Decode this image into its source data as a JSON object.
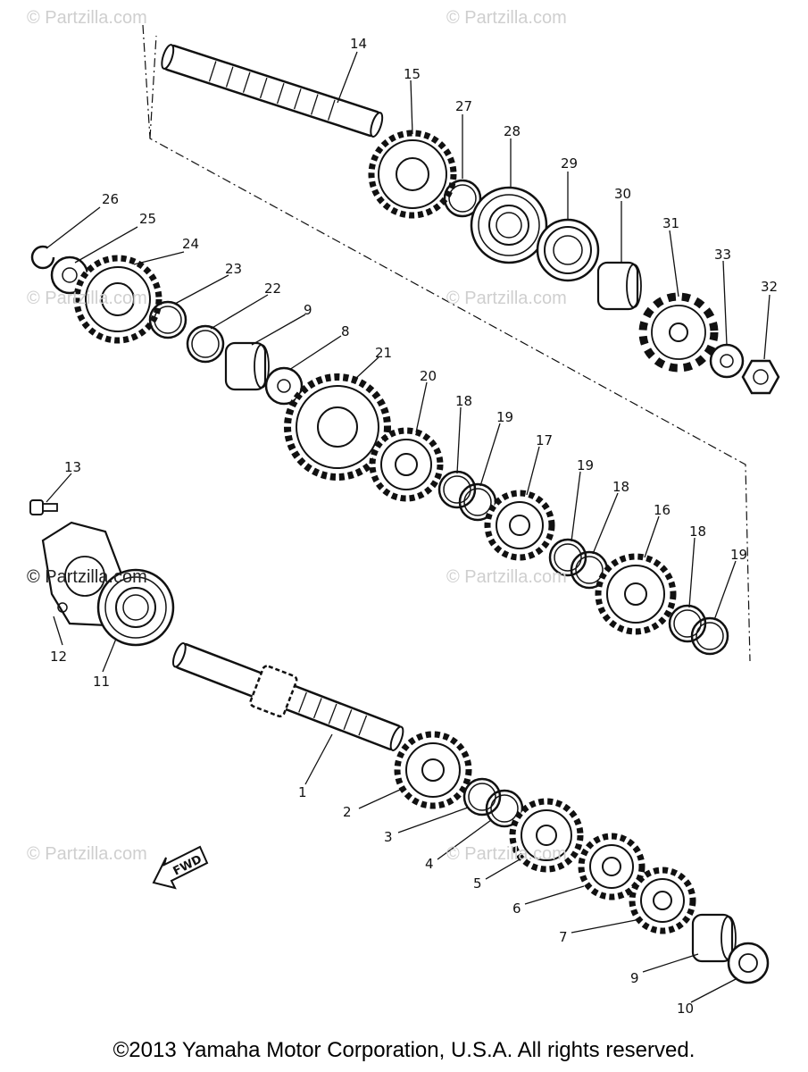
{
  "callouts": [
    "1",
    "2",
    "3",
    "4",
    "5",
    "6",
    "7",
    "8",
    "9",
    "10",
    "11",
    "12",
    "13",
    "14",
    "15",
    "16",
    "17",
    "18",
    "19",
    "20",
    "21",
    "22",
    "23",
    "24",
    "25",
    "26",
    "27",
    "28",
    "29",
    "30",
    "31",
    "32",
    "33"
  ],
  "watermark": "© Partzilla.com",
  "fwd_label": "FWD",
  "copyright": "©2013 Yamaha Motor Corporation, U.S.A. All rights reserved.",
  "colors": {
    "ink": "#111111",
    "watermark": "#cfcfcf",
    "background": "#ffffff"
  }
}
